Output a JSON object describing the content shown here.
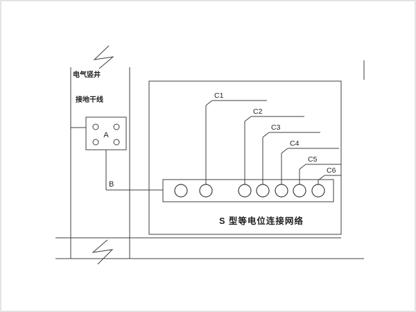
{
  "diagram": {
    "title": "S 型等电位连接网络",
    "shaft": {
      "label": "电气竖井",
      "ground_trunk_label": "接地干线"
    },
    "terminal_box": {
      "label": "A"
    },
    "node": {
      "label": "B"
    },
    "leaders": [
      {
        "label": "C1"
      },
      {
        "label": "C2"
      },
      {
        "label": "C3"
      },
      {
        "label": "C4"
      },
      {
        "label": "C5"
      },
      {
        "label": "C6"
      }
    ],
    "colors": {
      "line": "#3c3c3c",
      "background": "#ffffff",
      "frame": "#e2e2e2"
    }
  }
}
